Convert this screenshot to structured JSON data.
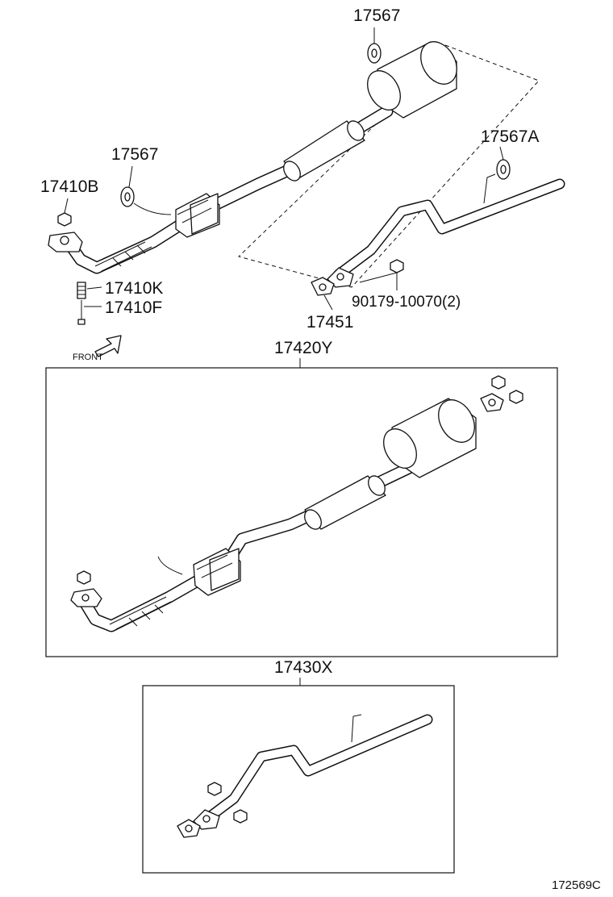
{
  "labels": {
    "insulator_top": "17567",
    "insulator_left": "17567",
    "insulator_right": "17567A",
    "nut_17410b": "17410B",
    "spring_17410k": "17410K",
    "bolt_17410f": "17410F",
    "gasket_17451": "17451",
    "nut_90179": "90179-10070(2)",
    "assembly_17420y": "17420Y",
    "assembly_17430x": "17430X",
    "front": "FRONT",
    "diagram_code": "172569C"
  }
}
